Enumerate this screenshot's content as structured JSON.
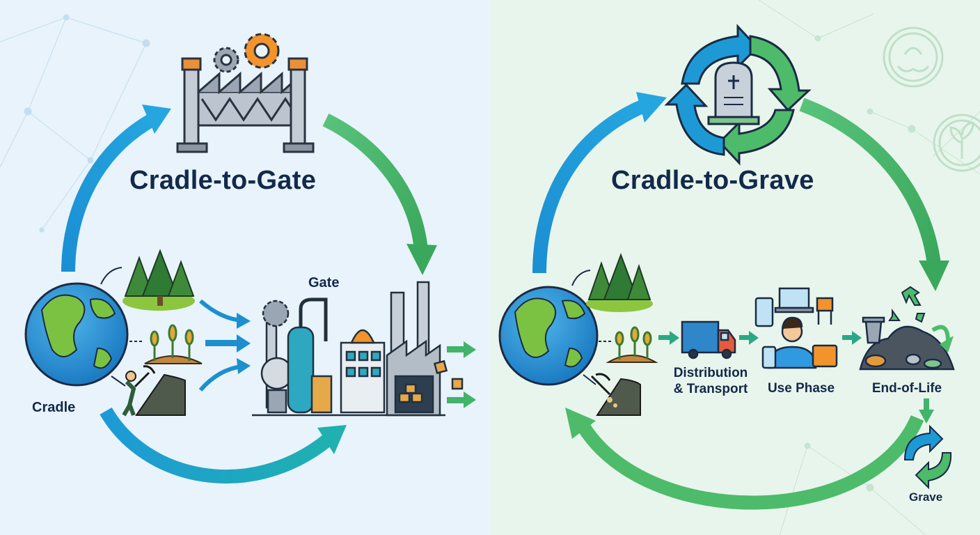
{
  "left_panel": {
    "title": "Cradle-to-Gate",
    "cradle_label": "Cradle",
    "gate_label": "Gate"
  },
  "right_panel": {
    "title": "Cradle-to-Grave",
    "stages": {
      "distribution": "Distribution\n& Transport",
      "use": "Use Phase",
      "end_of_life": "End-of-Life",
      "grave": "Grave"
    }
  },
  "colors": {
    "left_bg": "#e8f3fb",
    "right_bg": "#e8f5ec",
    "blue_arrow": "#1d9ad6",
    "green_arrow": "#4dbb6a",
    "teal_arrow": "#1fa3b8",
    "navy_text": "#13294b",
    "orange": "#f2932b"
  },
  "icons": [
    "factory-gate-icon",
    "gear-icon",
    "globe-icon",
    "forest-icon",
    "crops-icon",
    "miner-icon",
    "factory-icon",
    "gravestone-icon",
    "recycle-cycle-icon",
    "truck-icon",
    "user-devices-icon",
    "waste-heap-icon",
    "trash-bin-icon",
    "recycle-icon",
    "grave-cycle-icon"
  ]
}
